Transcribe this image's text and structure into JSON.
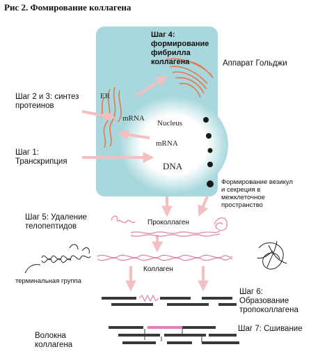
{
  "title": "Рис 2. Фомирование коллагена",
  "labels": {
    "step4": "Шаг 4:\nформирование\nфибрилла\nколлагена",
    "golgi": "Аппарат Гольджи",
    "steps23": "Шаг 2 и 3: синтез\nпротеинов",
    "step1": "Шаг 1:\nТранскрипция",
    "vesicles": "Формирование везикул\nи секреция в\nмежклеточное\nпространство",
    "step5": "Шаг 5: Удаление\nтелопептидов",
    "procollagen": "Проколлаген",
    "collagen": "Коллаген",
    "terminal_group": "терминальная группа",
    "step6": "Шаг 6:\nОбразование\nтропоколлагена",
    "step7": "Шаг 7: Сшивание",
    "fibers": "Волокна\nколлагена"
  },
  "cell_labels": {
    "er": "ER",
    "mrna1": "mRNA",
    "nucleus": "Nucleus",
    "mrna2": "mRNA",
    "dna": "DNA"
  },
  "colors": {
    "cell": "#a8d8dd",
    "arrow": "#f2c0c0",
    "organelle": "#e07a4a",
    "collagen_strand": "#e27fa8",
    "fiber": "#3a3a3a",
    "highlight": "#e67fb4"
  }
}
